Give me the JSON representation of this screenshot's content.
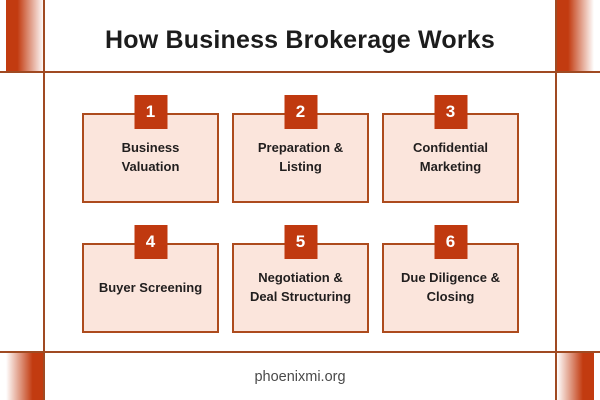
{
  "page": {
    "title": "How Business Brokerage Works",
    "footer": "phoenixmi.org"
  },
  "colors": {
    "accent": "#C23B10",
    "badge_bg": "#C0390F",
    "frame_line": "#A04A22",
    "card_bg": "#FBE5DC",
    "card_border": "#AD4B1D",
    "title_text": "#1C1C1C",
    "label_text": "#211E1E",
    "footer_text": "#4A4A4A"
  },
  "steps": [
    {
      "number": "1",
      "label": [
        "Business",
        "Valuation"
      ]
    },
    {
      "number": "2",
      "label": [
        "Preparation &",
        "Listing"
      ]
    },
    {
      "number": "3",
      "label": [
        "Confidential",
        "Marketing"
      ]
    },
    {
      "number": "4",
      "label": [
        "Buyer Screening"
      ]
    },
    {
      "number": "5",
      "label": [
        "Negotiation &",
        "Deal Structuring"
      ]
    },
    {
      "number": "6",
      "label": [
        "Due Diligence &",
        "Closing"
      ]
    }
  ]
}
